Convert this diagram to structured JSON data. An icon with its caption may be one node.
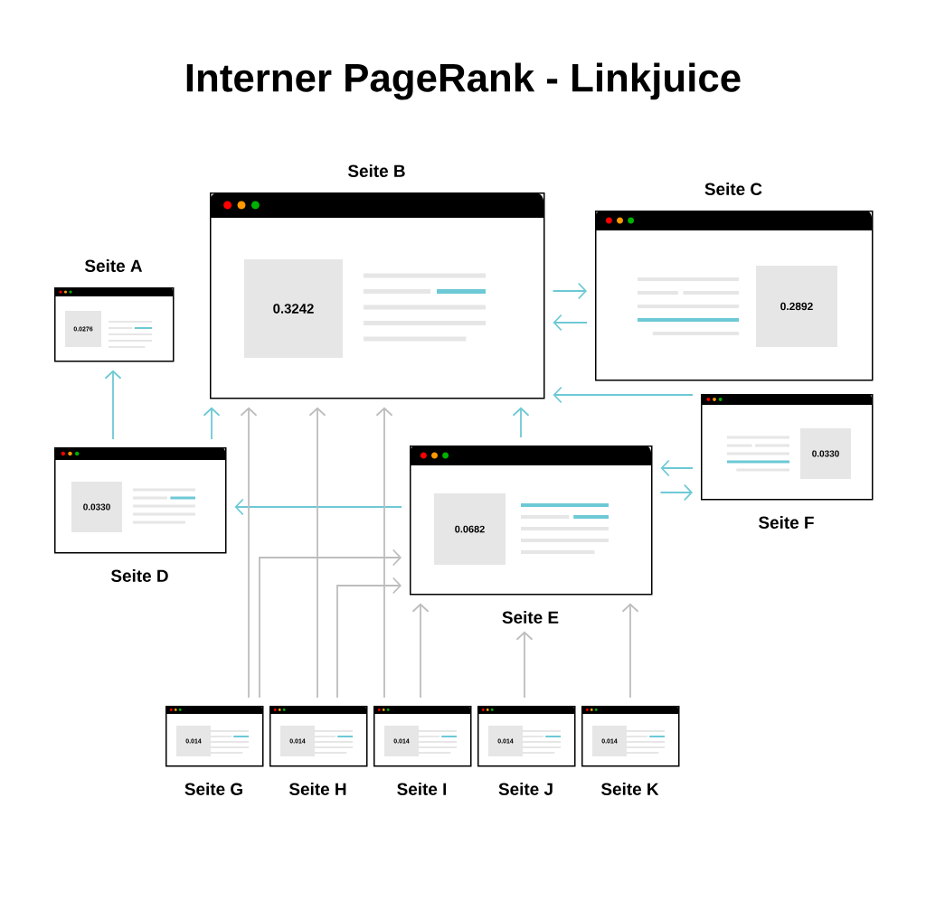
{
  "diagram": {
    "title": "Interner PageRank - Linkjuice",
    "nodes": [
      {
        "text": [
          "Seite B",
          "0.3242"
        ]
      },
      {
        "text": [
          "Seite C",
          "0.2892"
        ]
      },
      {
        "text": [
          "Seite A",
          "0.0276"
        ]
      },
      {
        "text": [
          "0.0330",
          "Seite D"
        ]
      },
      {
        "text": [
          "0.0682",
          "Seite E"
        ]
      },
      {
        "text": [
          "0.0330",
          "Seite F"
        ]
      },
      {
        "text": [
          "0.014",
          "Seite G"
        ]
      },
      {
        "text": [
          "0.014",
          "Seite H"
        ]
      },
      {
        "text": [
          "0.014",
          "Seite I"
        ]
      },
      {
        "text": [
          "0.014",
          "Seite J"
        ]
      },
      {
        "text": [
          "0.014",
          "Seite K"
        ]
      }
    ],
    "edges": [
      {
        "from": 0,
        "to": 1,
        "arrow": "to"
      },
      {
        "from": 1,
        "to": 0,
        "arrow": "to"
      },
      {
        "from": 5,
        "to": 0,
        "arrow": "to"
      },
      {
        "from": 3,
        "to": 2,
        "arrow": "to"
      },
      {
        "from": 3,
        "to": 0,
        "arrow": "to"
      },
      {
        "from": 4,
        "to": 0,
        "arrow": "to"
      },
      {
        "from": 4,
        "to": 3,
        "arrow": "to"
      },
      {
        "from": 5,
        "to": 4,
        "arrow": "to"
      },
      {
        "from": 4,
        "to": 5,
        "arrow": "to"
      },
      {
        "from": 6,
        "to": 0,
        "arrow": "to",
        "color": "#bdbdbd"
      },
      {
        "from": 6,
        "to": 4,
        "arrow": "to",
        "color": "#bdbdbd"
      },
      {
        "from": 7,
        "to": 0,
        "arrow": "to",
        "color": "#bdbdbd"
      },
      {
        "from": 7,
        "to": 4,
        "arrow": "to",
        "color": "#bdbdbd"
      },
      {
        "from": 8,
        "to": 0,
        "arrow": "to",
        "color": "#bdbdbd"
      },
      {
        "from": 8,
        "to": 4,
        "arrow": "to",
        "color": "#bdbdbd"
      },
      {
        "from": 9,
        "to": 4,
        "arrow": "to",
        "color": "#bdbdbd"
      },
      {
        "from": 10,
        "to": 4,
        "arrow": "to",
        "color": "#bdbdbd"
      }
    ]
  }
}
